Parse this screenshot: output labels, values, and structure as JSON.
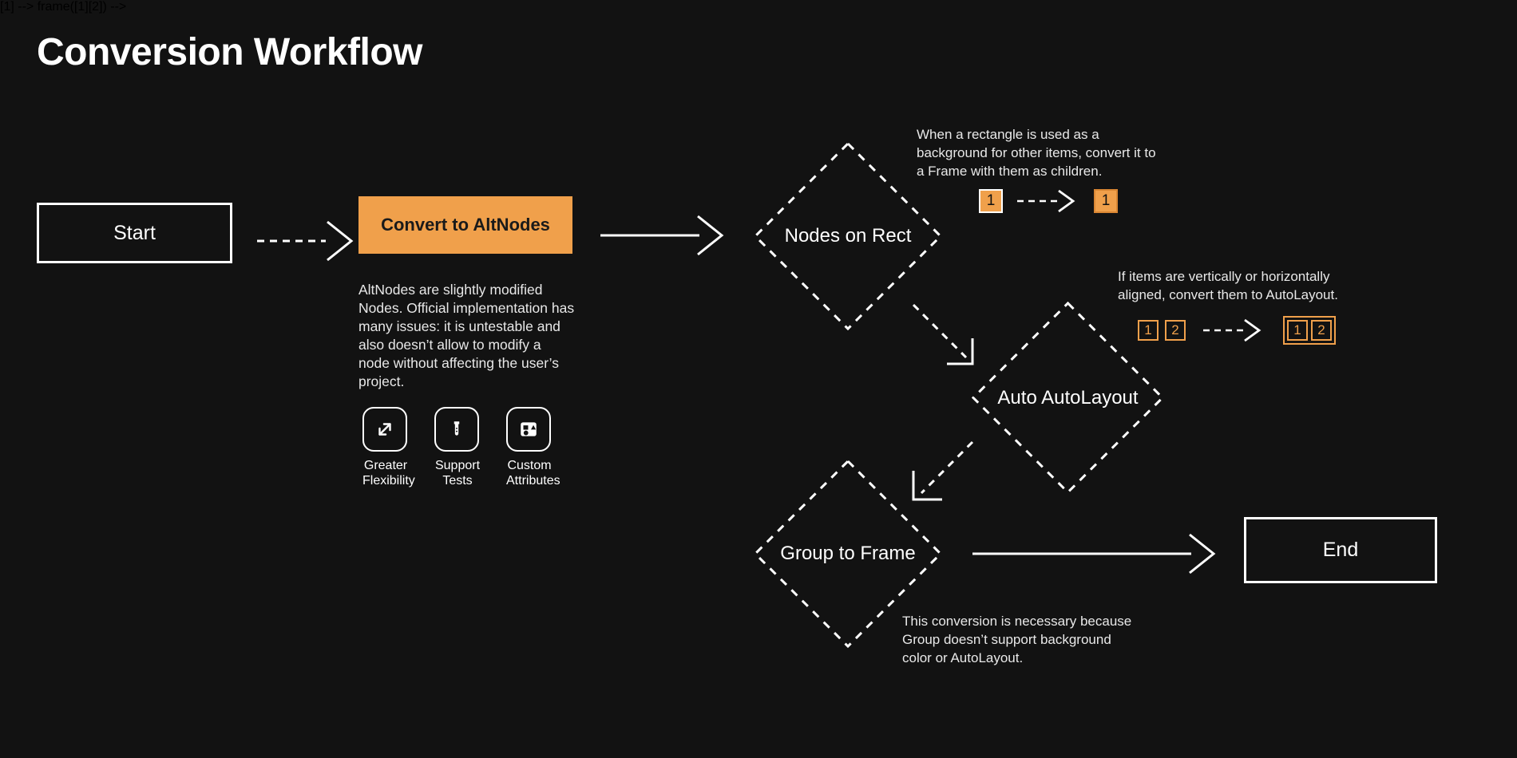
{
  "page": {
    "title": "Conversion Workflow",
    "background_color": "#121212",
    "accent_color": "#F0A04B",
    "text_color": "#FFFFFF"
  },
  "nodes": {
    "start": {
      "label": "Start",
      "type": "terminal"
    },
    "convert": {
      "label": "Convert to AltNodes",
      "type": "process",
      "fill": "#F0A04B"
    },
    "nodes_on_rect": {
      "label": "Nodes on Rect",
      "type": "decision"
    },
    "auto_autolayout": {
      "label": "Auto AutoLayout",
      "type": "decision"
    },
    "group_to_frame": {
      "label": "Group to Frame",
      "type": "decision"
    },
    "end": {
      "label": "End",
      "type": "terminal"
    }
  },
  "descriptions": {
    "altnodes": "AltNodes are slightly modified Nodes. Official implementation has many issues: it is untestable and also doesn’t allow to modify a node without affecting the user’s project.",
    "nodes_on_rect": "When a rectangle is used as a background for other items, convert it to a Frame with them as children.",
    "auto_autolayout": "If items are vertically or horizontally aligned, convert them to AutoLayout.",
    "group_to_frame": "This conversion is necessary because Group doesn’t support background color or AutoLayout."
  },
  "features": [
    {
      "icon": "expand-arrows-icon",
      "line1": "Greater",
      "line2": "Flexibility"
    },
    {
      "icon": "test-tube-icon",
      "line1": "Support",
      "line2": "Tests"
    },
    {
      "icon": "shapes-attributes-icon",
      "line1": "Custom",
      "line2": "Attributes"
    }
  ],
  "illustrations": {
    "rect_before": [
      {
        "label": "1"
      }
    ],
    "rect_after": [
      {
        "label": "1"
      }
    ],
    "autolayout_before": [
      {
        "label": "1"
      },
      {
        "label": "2"
      }
    ],
    "autolayout_after": [
      {
        "label": "1"
      },
      {
        "label": "2"
      }
    ]
  }
}
